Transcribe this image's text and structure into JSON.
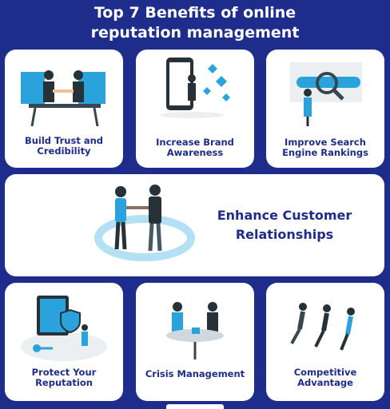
{
  "title": "Top 7 Benefits of online\nreputation management",
  "cards": [
    {
      "label": "Build Trust and\nCredibility",
      "icon": "handshake-illustration"
    },
    {
      "label": "Increase Brand\nAwareness",
      "icon": "phone-likes-illustration"
    },
    {
      "label": "Improve Search\nEngine Rankings",
      "icon": "search-magnifier-illustration"
    },
    {
      "label": "Enhance Customer\nRelationships",
      "icon": "people-handshake-illustration"
    },
    {
      "label": "Protect Your\nReputation",
      "icon": "laptop-shield-illustration"
    },
    {
      "label": "Crisis Management",
      "icon": "meeting-table-illustration"
    },
    {
      "label": "Competitive\nAdvantage",
      "icon": "runners-race-illustration"
    }
  ],
  "colors": {
    "background": "#1e2d8c",
    "card": "#ffffff",
    "accent": "#2aa3dc",
    "dark": "#263238"
  }
}
